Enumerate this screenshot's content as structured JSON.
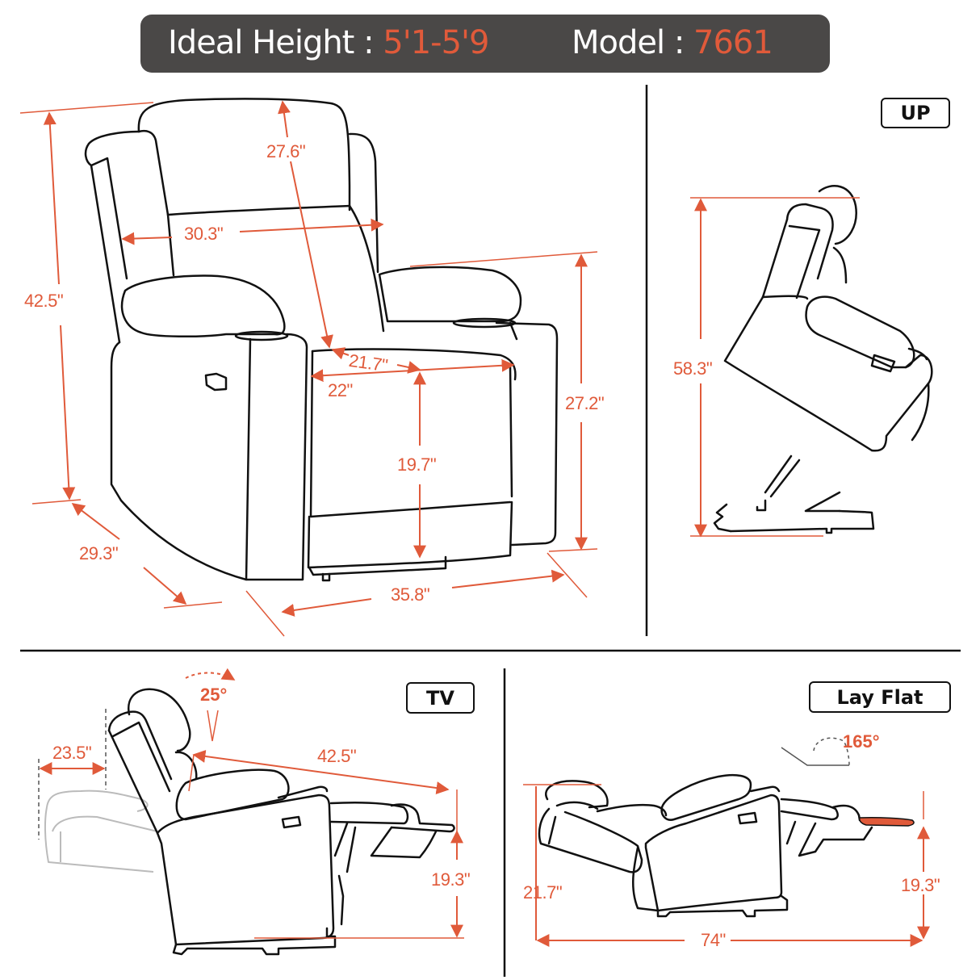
{
  "header": {
    "ideal_height_label": "Ideal Height : ",
    "ideal_height_value": "5'1-5'9",
    "model_label": "Model : ",
    "model_value": "7661"
  },
  "colors": {
    "banner_bg": "#4a4847",
    "accent": "#e05a3a",
    "line": "#111111",
    "ghost": "#bbbbbb"
  },
  "front_view": {
    "dimensions": {
      "total_height": "42.5\"",
      "backrest_height": "27.6\"",
      "back_width": "30.3\"",
      "seat_depth": "21.7\"",
      "seat_width": "22\"",
      "arm_height": "27.2\"",
      "seat_height": "19.7\"",
      "depth": "29.3\"",
      "width": "35.8\""
    }
  },
  "up_view": {
    "label": "UP",
    "dimensions": {
      "lifted_height": "58.3\""
    }
  },
  "tv_view": {
    "label": "TV",
    "angle": "25°",
    "dimensions": {
      "wall_clearance": "23.5\"",
      "recline_length": "42.5\"",
      "footrest_height": "19.3\""
    }
  },
  "lay_flat_view": {
    "label": "Lay Flat",
    "angle": "165°",
    "dimensions": {
      "back_height": "21.7\"",
      "total_length": "74\"",
      "footrest_height": "19.3\""
    }
  }
}
